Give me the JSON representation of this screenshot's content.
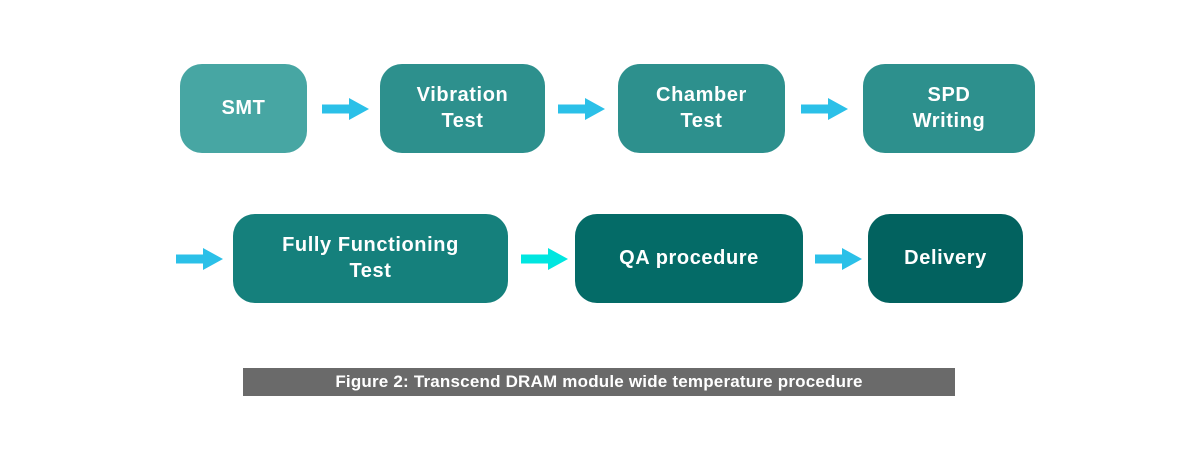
{
  "caption": "Figure 2: Transcend DRAM module wide temperature procedure",
  "steps": [
    {
      "label": "SMT",
      "color": "#47A6A3"
    },
    {
      "label": "Vibration\nTest",
      "color": "#2D908D"
    },
    {
      "label": "Chamber\nTest",
      "color": "#2D908D"
    },
    {
      "label": "SPD\nWriting",
      "color": "#2D908D"
    },
    {
      "label": "Fully Functioning\nTest",
      "color": "#15807C"
    },
    {
      "label": "QA procedure",
      "color": "#046B67"
    },
    {
      "label": "Delivery",
      "color": "#02625F"
    }
  ],
  "arrows": {
    "default_color": "#2BC0E8",
    "highlight_color": "#00E6E0"
  },
  "caption_bar_color": "#6A6A6A",
  "text_color": "#FFFFFF"
}
